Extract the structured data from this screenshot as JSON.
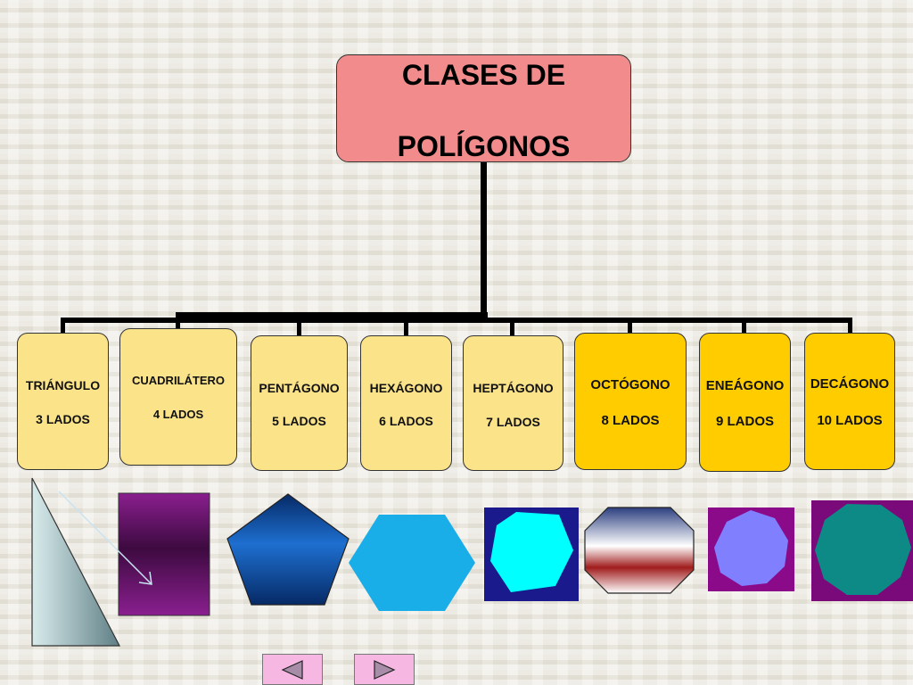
{
  "root": {
    "line1": "CLASES DE",
    "line2": "POLÍGONOS"
  },
  "polygons": [
    {
      "name": "TRIÁNGULO",
      "sides": "3  LADOS",
      "sides_count": 3
    },
    {
      "name": "CUADRILÁTERO",
      "sides": "4 LADOS",
      "sides_count": 4
    },
    {
      "name": "PENTÁGONO",
      "sides": "5 LADOS",
      "sides_count": 5
    },
    {
      "name": "HEXÁGONO",
      "sides": "6  LADOS",
      "sides_count": 6
    },
    {
      "name": "HEPTÁGONO",
      "sides": "7  LADOS",
      "sides_count": 7
    },
    {
      "name": "OCTÓGONO",
      "sides": "8  LADOS",
      "sides_count": 8
    },
    {
      "name": "ENEÁGONO",
      "sides": "9  LADOS",
      "sides_count": 9
    },
    {
      "name": "DECÁGONO",
      "sides": "10  LADOS",
      "sides_count": 10
    }
  ],
  "colors": {
    "root_fill": "#f28b8b",
    "box_pale": "#fbe38a",
    "box_gold": "#ffcc00",
    "nav_button": "#f6b8e2",
    "triangle_fill": "#9dbcbc",
    "square_fill": "#8a1f8f",
    "pentagon_fill": "#1a5fb0",
    "hexagon_fill": "#1aaee8",
    "heptagon_fill": "#00ffff",
    "heptagon_bg": "#1a1a8c",
    "octagon_fill": "#9aa7c8",
    "nonagon_fill": "#8080ff",
    "nonagon_bg": "#8a0a8a",
    "decagon_fill": "#0e8a86",
    "decagon_bg": "#7a0a7a"
  },
  "nav": {
    "prev_icon": "triangle-left-icon",
    "next_icon": "triangle-right-icon"
  }
}
